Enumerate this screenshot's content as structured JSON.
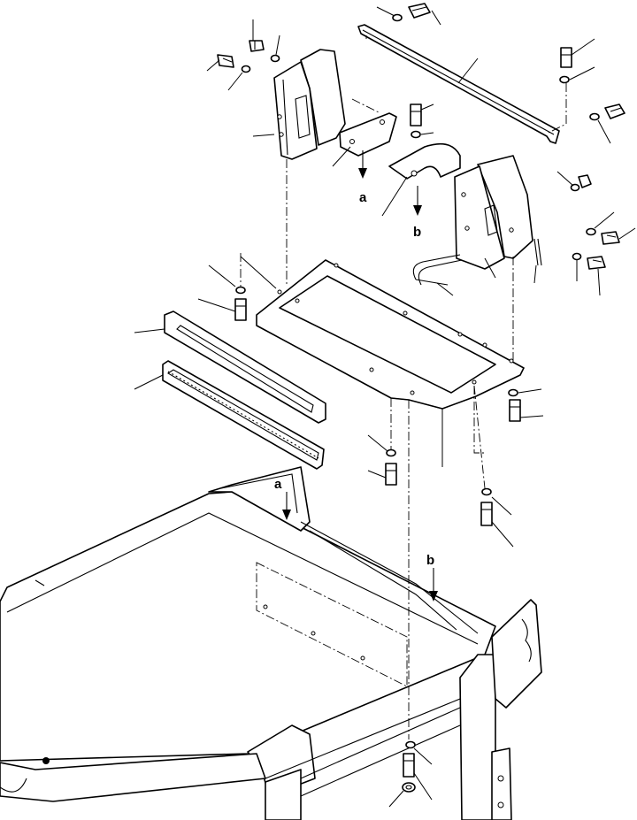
{
  "diagram": {
    "ref_labels": {
      "a_upper": "a",
      "b_upper": "b",
      "a_lower": "a",
      "b_lower": "b"
    }
  }
}
